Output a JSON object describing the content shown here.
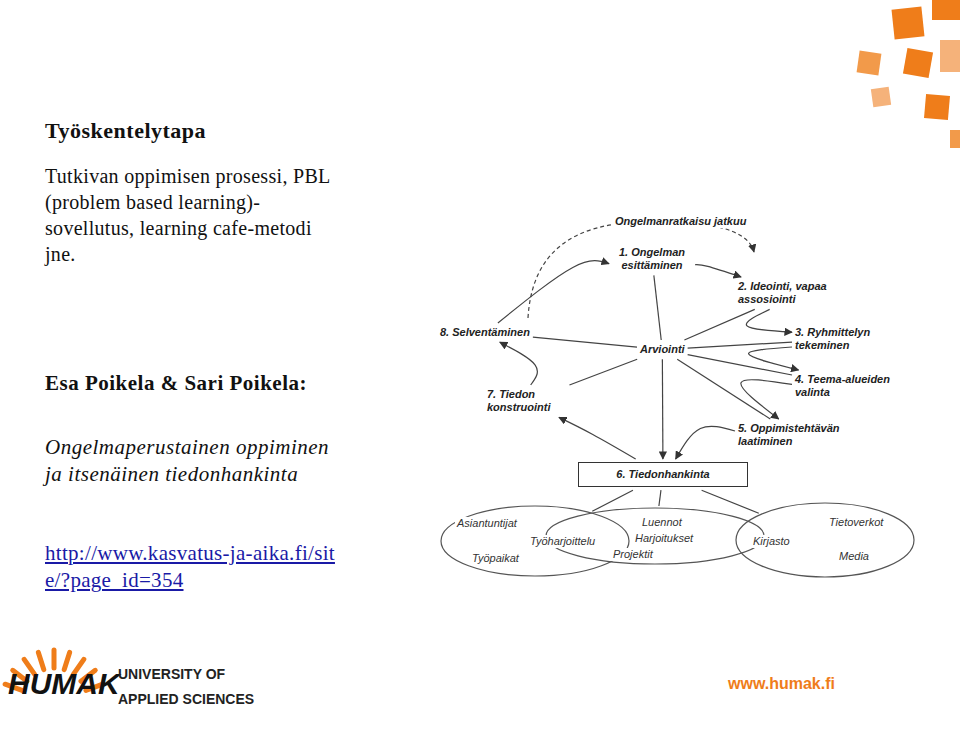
{
  "diagram": {
    "title": "Työskentelytapa",
    "nodes": [
      {
        "text": [
          "Arviointi"
        ]
      },
      {
        "text": [
          "1. Ongelman esittäminen"
        ]
      },
      {
        "text": [
          "2. Ideointi, vapaa assosiointi"
        ]
      },
      {
        "text": [
          "3. Ryhmittelyn tekeminen"
        ]
      },
      {
        "text": [
          "4. Teema-alueiden valinta"
        ]
      },
      {
        "text": [
          "5. Oppimistehtävän laatiminen"
        ]
      },
      {
        "text": [
          "6. Tiedonhankinta"
        ]
      },
      {
        "text": [
          "7. Tiedon konstruointi"
        ]
      },
      {
        "text": [
          "8. Selventäminen"
        ]
      },
      {
        "text": [
          "Asiantuntijat",
          "Työharjoittelu",
          "Työpaikat"
        ]
      },
      {
        "text": [
          "Luennot",
          "Harjoitukset",
          "Projektit"
        ]
      },
      {
        "text": [
          "Kirjasto",
          "Tietoverkot",
          "Media"
        ]
      }
    ],
    "edges": [
      {
        "from": 0,
        "to": 1,
        "arrow": "none"
      },
      {
        "from": 0,
        "to": 2,
        "arrow": "none"
      },
      {
        "from": 0,
        "to": 3,
        "arrow": "none"
      },
      {
        "from": 0,
        "to": 4,
        "arrow": "none"
      },
      {
        "from": 0,
        "to": 5,
        "arrow": "none"
      },
      {
        "from": 0,
        "to": 6,
        "arrow": "to"
      },
      {
        "from": 0,
        "to": 7,
        "arrow": "none"
      },
      {
        "from": 0,
        "to": 8,
        "arrow": "none"
      },
      {
        "from": 1,
        "to": 2,
        "arrow": "to"
      },
      {
        "from": 2,
        "to": 3,
        "arrow": "to"
      },
      {
        "from": 3,
        "to": 4,
        "arrow": "to"
      },
      {
        "from": 4,
        "to": 5,
        "arrow": "to"
      },
      {
        "from": 5,
        "to": 6,
        "arrow": "to"
      },
      {
        "from": 6,
        "to": 7,
        "arrow": "to"
      },
      {
        "from": 7,
        "to": 8,
        "arrow": "to"
      },
      {
        "from": 8,
        "to": 1,
        "arrow": "to"
      },
      {
        "from": 6,
        "to": 9,
        "arrow": "none"
      },
      {
        "from": 6,
        "to": 10,
        "arrow": "none"
      },
      {
        "from": 6,
        "to": 11,
        "arrow": "none"
      }
    ],
    "labels": [
      "Tutkivan oppimisen prosessi, PBL (problem based learning)-sovellutus, learning cafe-metodi jne.",
      "Esa Poikela & Sari Poikela:",
      "Ongelmaperustainen oppiminen ja itsenäinen tiedonhankinta",
      "http://www.kasvatus-ja-aika.fi/site/?page_id=354",
      "Ongelmanratkaisu jatkuu",
      "HUMAK",
      "UNIVERSITY OF APPLIED SCIENCES",
      "www.humak.fi"
    ]
  }
}
